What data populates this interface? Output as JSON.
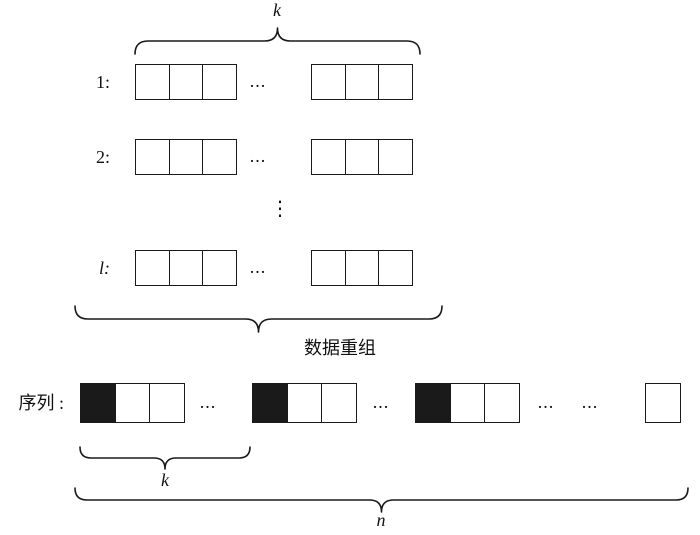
{
  "diagram": {
    "top_count_label": "k",
    "row_labels": {
      "first": "1:",
      "second": "2:",
      "last": "l:"
    },
    "h_ellipsis": "...",
    "v_ellipsis": "⋮",
    "regroup_caption": "数据重组",
    "sequence_label": "序列 :",
    "group_size_label": "k",
    "total_length_label": "n",
    "colors": {
      "stroke": "#1a1a1a",
      "filled_cell": "#1a1a1a",
      "background": "#ffffff"
    }
  }
}
